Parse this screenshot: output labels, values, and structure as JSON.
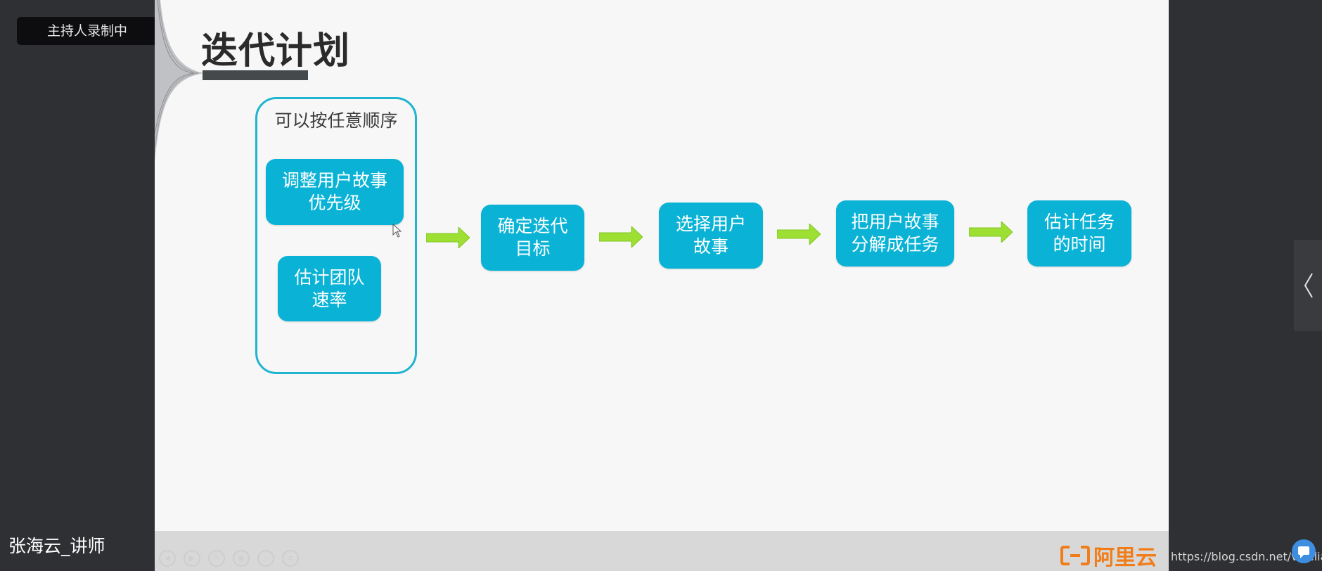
{
  "recording_badge": "主持人录制中",
  "presenter_name": "张海云_讲师",
  "slide": {
    "title": "迭代计划",
    "group_label": "可以按任意顺序",
    "group_items": [
      {
        "label": "调整用户故事\n优先级"
      },
      {
        "label": "估计团队\n速率"
      }
    ],
    "steps": [
      {
        "label": "确定迭代\n目标"
      },
      {
        "label": "选择用户\n故事"
      },
      {
        "label": "把用户故事\n分解成任务"
      },
      {
        "label": "估计任务\n的时间"
      }
    ]
  },
  "footer": {
    "brand": "阿里云",
    "controls": [
      "prev-icon",
      "next-icon",
      "pen-icon",
      "copy-icon",
      "zoom-icon",
      "menu-icon"
    ]
  },
  "url_text": "https://blog.csdn.net/vicelian",
  "colors": {
    "node_fill": "#0ab3d6",
    "group_border": "#1fb4cf",
    "arrow_green": "#9de033",
    "brand_orange": "#f07d1a"
  },
  "icons": {
    "side_panel": "chevron-left-icon",
    "chat": "chat-icon"
  }
}
